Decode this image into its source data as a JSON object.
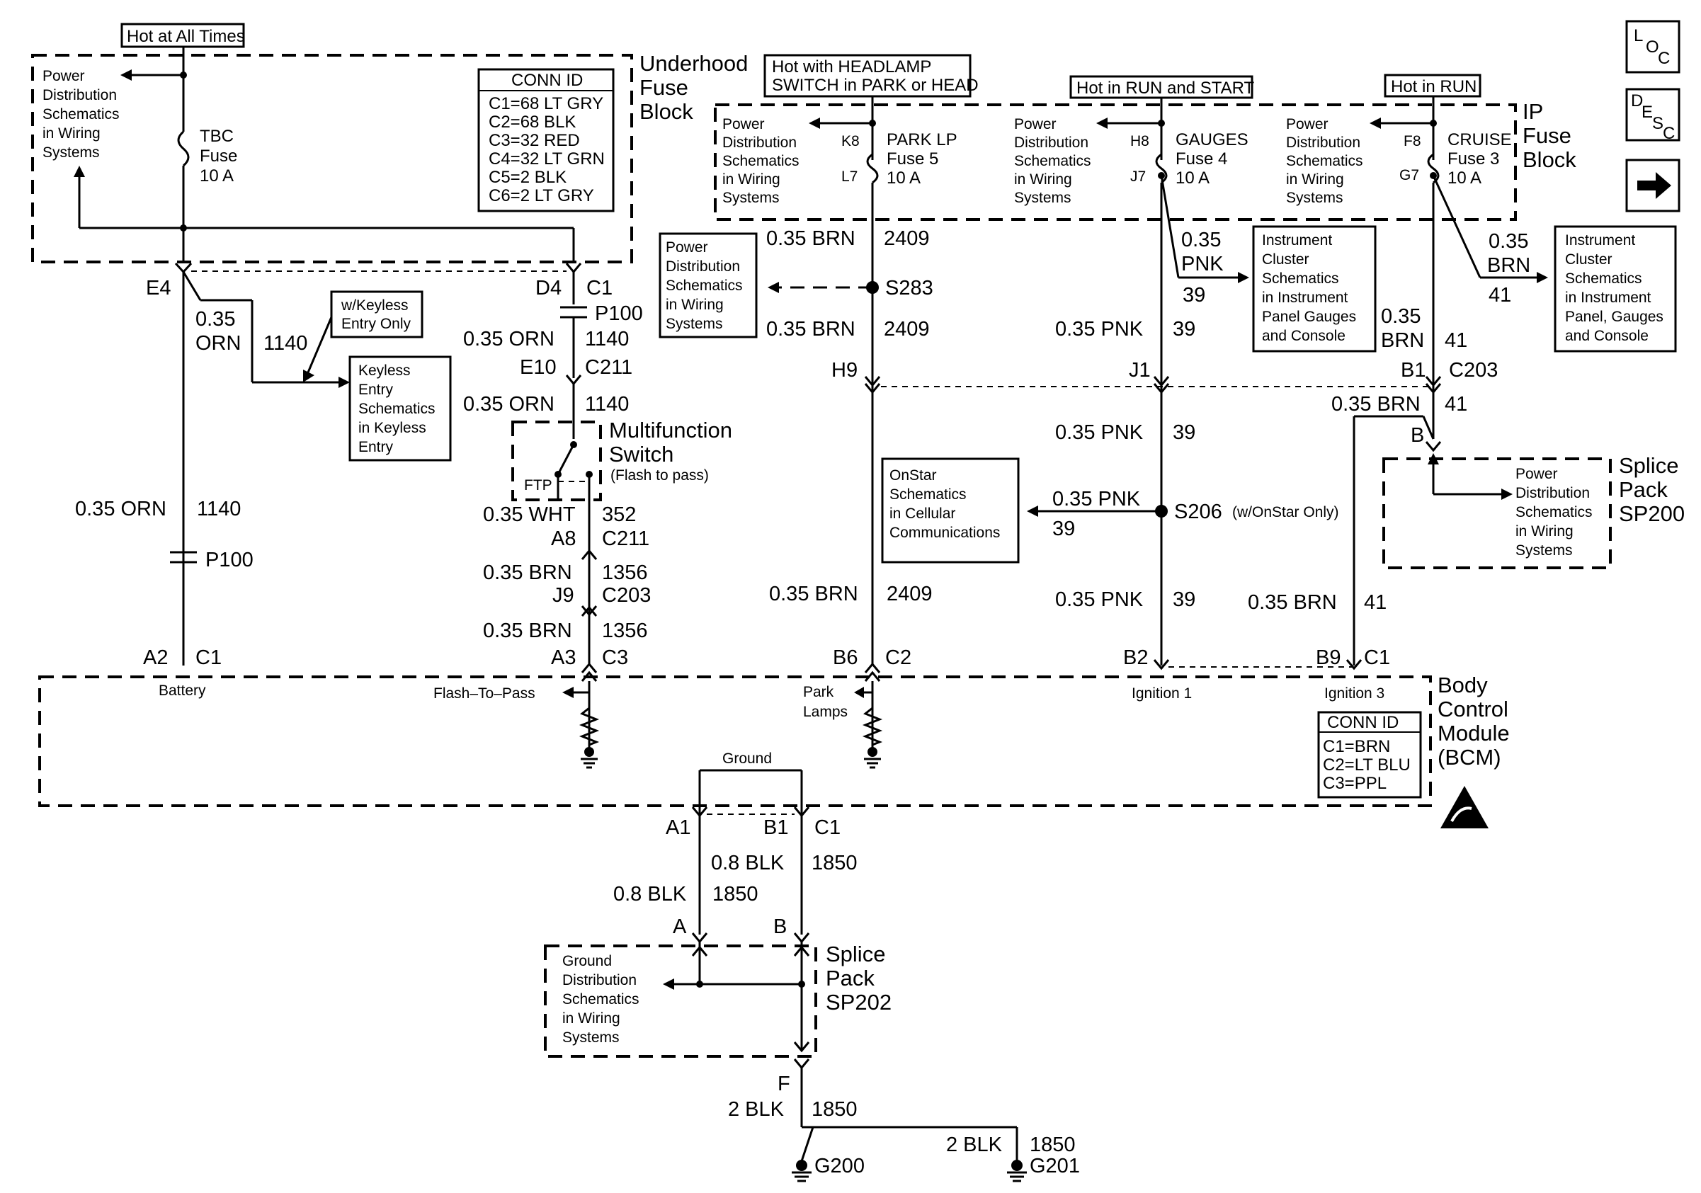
{
  "labels": {
    "hot_all_times": "Hot at All Times",
    "hot_headlamp": [
      "Hot with HEADLAMP",
      "SWITCH in PARK or HEAD"
    ],
    "hot_run_start": "Hot in RUN and START",
    "hot_run": "Hot in RUN",
    "underhood": [
      "Underhood",
      "Fuse",
      "Block"
    ],
    "ip_fuse": [
      "IP",
      "Fuse",
      "Block"
    ],
    "pwr_dist": [
      "Power",
      "Distribution",
      "Schematics",
      "in Wiring",
      "Systems"
    ],
    "tbc": [
      "TBC",
      "Fuse",
      "10 A"
    ],
    "park_lp": [
      "PARK LP",
      "Fuse 5",
      "10 A"
    ],
    "gauges": [
      "GAUGES",
      "Fuse 4",
      "10 A"
    ],
    "cruise": [
      "CRUISE",
      "Fuse 3",
      "10 A"
    ],
    "conn_id": "CONN ID",
    "conn_uh": [
      "C1=68 LT GRY",
      "C2=68 BLK",
      "C3=32 RED",
      "C4=32 LT GRN",
      "C5=2 BLK",
      "C6=2 LT GRY"
    ],
    "conn_bcm": [
      "C1=BRN",
      "C2=LT BLU",
      "C3=PPL"
    ],
    "keyless_only": [
      "w/Keyless",
      "Entry Only"
    ],
    "keyless": [
      "Keyless",
      "Entry",
      "Schematics",
      "in Keyless",
      "Entry"
    ],
    "multifunction": [
      "Multifunction",
      "Switch"
    ],
    "flash_pass": "(Flash to pass)",
    "ftp": "FTP",
    "cluster": [
      "Instrument",
      "Cluster",
      "Schematics",
      "in Instrument",
      "Panel Gauges",
      "and Console"
    ],
    "cluster2": [
      "Instrument",
      "Cluster",
      "Schematics",
      "in Instrument",
      "Panel, Gauges",
      "and Console"
    ],
    "onstar": [
      "OnStar",
      "Schematics",
      "in Cellular",
      "Communications"
    ],
    "s206_note": "(w/OnStar Only)",
    "sp200": [
      "Splice",
      "Pack",
      "SP200"
    ],
    "sp202": [
      "Splice",
      "Pack",
      "SP202"
    ],
    "bcm": [
      "Body",
      "Control",
      "Module",
      "(BCM)"
    ],
    "ground_dist": [
      "Ground",
      "Distribution",
      "Schematics",
      "in Wiring",
      "Systems"
    ],
    "bcm_pins": {
      "battery": "Battery",
      "flash": "Flash–To–Pass",
      "park": [
        "Park",
        "Lamps"
      ],
      "ign1": "Ignition 1",
      "ign3": "Ignition 3",
      "ground": "Ground"
    },
    "nav": {
      "loc": [
        "L",
        "O",
        "C"
      ],
      "desc": [
        "D",
        "E",
        "S",
        "C"
      ]
    }
  },
  "wires": {
    "w035_orn": "0.35 ORN",
    "w035_wht": "0.35 WHT",
    "w035_brn": "0.35 BRN",
    "w035_pnk": "0.35 PNK",
    "w08_blk": "0.8 BLK",
    "w2_blk": "2 BLK",
    "c1140": "1140",
    "c352": "352",
    "c1356": "1356",
    "c2409": "2409",
    "c39": "39",
    "c41": "41",
    "c1850": "1850",
    "w035": "0.35",
    "orn": "ORN",
    "pnk": "PNK",
    "brn": "BRN"
  },
  "conn": {
    "E4": "E4",
    "D4": "D4",
    "C1": "C1",
    "P100": "P100",
    "E10": "E10",
    "C211": "C211",
    "A8": "A8",
    "J9": "J9",
    "C203": "C203",
    "A3": "A3",
    "C3": "C3",
    "A2": "A2",
    "B6": "B6",
    "C2": "C2",
    "B2": "B2",
    "B9": "B9",
    "H9": "H9",
    "J1": "J1",
    "B1": "B1",
    "B": "B",
    "K8": "K8",
    "L7": "L7",
    "H8": "H8",
    "J7": "J7",
    "F8": "F8",
    "G7": "G7",
    "A1": "A1",
    "A": "A",
    "F": "F",
    "S283": "S283",
    "S206": "S206",
    "G200": "G200",
    "G201": "G201"
  }
}
